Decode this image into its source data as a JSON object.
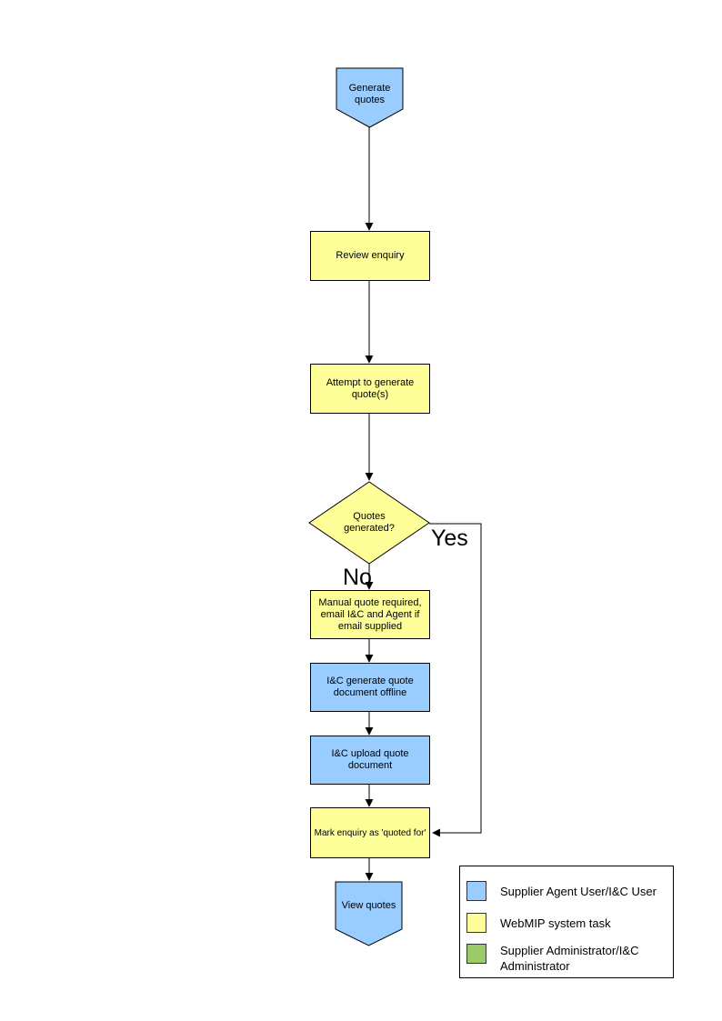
{
  "diagram": {
    "title": "Generate quotes flowchart",
    "colors": {
      "blue": "#99CCFF",
      "yellow": "#FFFF99",
      "green": "#99CC66",
      "line": "#000000"
    },
    "nodes": [
      {
        "id": "start",
        "type": "terminator",
        "color": "blue",
        "label": "Generate quotes"
      },
      {
        "id": "review",
        "type": "process",
        "color": "yellow",
        "label": "Review enquiry"
      },
      {
        "id": "attempt",
        "type": "process",
        "color": "yellow",
        "label": "Attempt to generate quote(s)"
      },
      {
        "id": "decision",
        "type": "decision",
        "color": "yellow",
        "label": "Quotes generated?"
      },
      {
        "id": "manual",
        "type": "process",
        "color": "yellow",
        "label": "Manual quote required, email I&C and Agent if email supplied"
      },
      {
        "id": "offline",
        "type": "process",
        "color": "blue",
        "label": "I&C generate quote document offline"
      },
      {
        "id": "upload",
        "type": "process",
        "color": "blue",
        "label": "I&C upload quote document"
      },
      {
        "id": "mark",
        "type": "process",
        "color": "yellow",
        "label": "Mark enquiry as 'quoted for'"
      },
      {
        "id": "end",
        "type": "terminator",
        "color": "blue",
        "label": "View quotes"
      }
    ],
    "edge_labels": {
      "yes": "Yes",
      "no": "No"
    }
  },
  "legend": {
    "items": [
      {
        "color": "blue",
        "label": "Supplier Agent User/I&C User"
      },
      {
        "color": "yellow",
        "label": "WebMIP system task"
      },
      {
        "color": "green",
        "label": "Supplier Administrator/I&C Administrator"
      }
    ]
  }
}
